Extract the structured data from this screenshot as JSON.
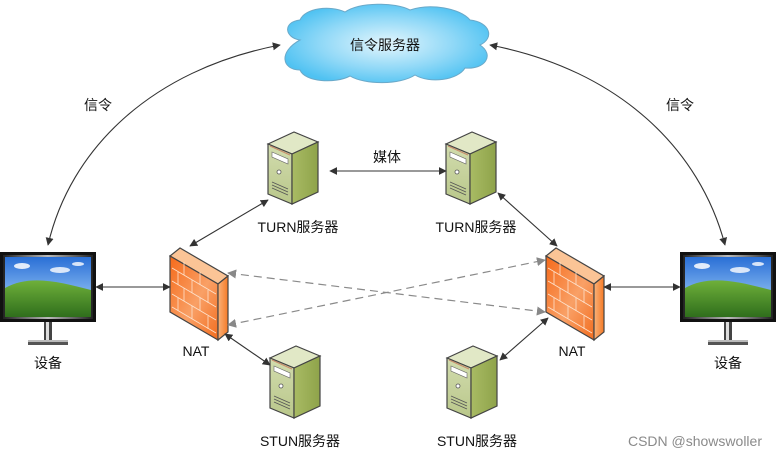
{
  "diagram": {
    "title": "WebRTC NAT traversal topology",
    "nodes": {
      "signal_server": {
        "label": "信令服务器",
        "shape": "cloud-icon"
      },
      "turn_left": {
        "label": "TURN服务器",
        "shape": "server-icon"
      },
      "turn_right": {
        "label": "TURN服务器",
        "shape": "server-icon"
      },
      "stun_left": {
        "label": "STUN服务器",
        "shape": "server-icon"
      },
      "stun_right": {
        "label": "STUN服务器",
        "shape": "server-icon"
      },
      "nat_left": {
        "label": "NAT",
        "shape": "firewall-icon"
      },
      "nat_right": {
        "label": "NAT",
        "shape": "firewall-icon"
      },
      "device_left": {
        "label": "设备",
        "shape": "monitor-icon"
      },
      "device_right": {
        "label": "设备",
        "shape": "monitor-icon"
      }
    },
    "edges": {
      "signal_left": {
        "label": "信令",
        "from": "device_left",
        "to": "signal_server",
        "style": "solid",
        "bidirectional": true
      },
      "signal_right": {
        "label": "信令",
        "from": "device_right",
        "to": "signal_server",
        "style": "solid",
        "bidirectional": true
      },
      "media": {
        "label": "媒体",
        "from": "turn_left",
        "to": "turn_right",
        "style": "solid",
        "bidirectional": true
      },
      "nat_turn_left": {
        "from": "nat_left",
        "to": "turn_left",
        "style": "solid",
        "bidirectional": true
      },
      "nat_turn_right": {
        "from": "nat_right",
        "to": "turn_right",
        "style": "solid",
        "bidirectional": true
      },
      "nat_stun_left": {
        "from": "nat_left",
        "to": "stun_left",
        "style": "solid",
        "bidirectional": true
      },
      "nat_stun_right": {
        "from": "nat_right",
        "to": "stun_right",
        "style": "solid",
        "bidirectional": true
      },
      "device_nat_left": {
        "from": "device_left",
        "to": "nat_left",
        "style": "solid",
        "bidirectional": true
      },
      "device_nat_right": {
        "from": "device_right",
        "to": "nat_right",
        "style": "solid",
        "bidirectional": true
      },
      "p2p_a": {
        "from": "nat_left",
        "to": "nat_right",
        "style": "dashed",
        "bidirectional": true
      },
      "p2p_b": {
        "from": "nat_left",
        "to": "nat_right",
        "style": "dashed",
        "bidirectional": true
      }
    },
    "colors": {
      "cloud_fill": "#66ccf5",
      "cloud_highlight": "#d6f1fc",
      "firewall_fill": "#f77f2a",
      "server_fill": "#a7b96a",
      "line_solid": "#333333",
      "line_dashed": "#8a8a8a"
    }
  },
  "watermark": "CSDN @showswoller"
}
